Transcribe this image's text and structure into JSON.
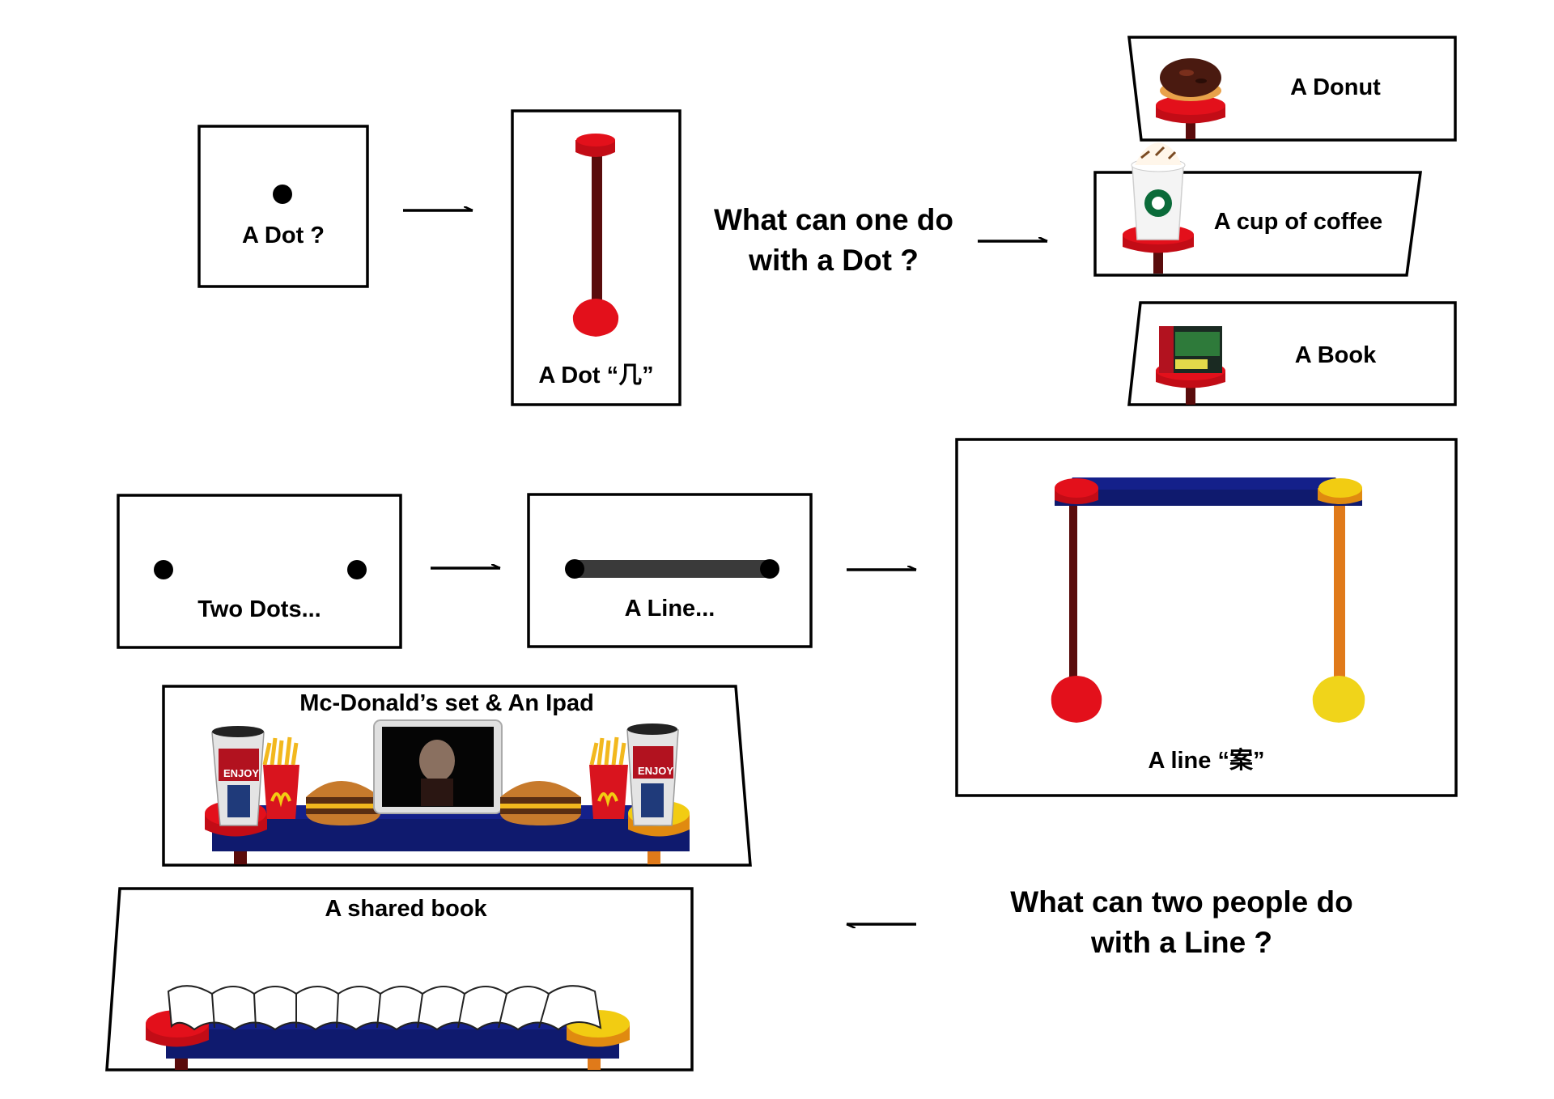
{
  "dot_box": {
    "label": "A Dot ?"
  },
  "dot_stool": {
    "label": "A Dot “几”"
  },
  "question_dot": {
    "line1": "What can one do",
    "line2": "with a Dot ?"
  },
  "donut_card": {
    "label": "A Donut"
  },
  "coffee_card": {
    "label": "A cup of coffee"
  },
  "book_card": {
    "label": "A Book"
  },
  "two_dots_box": {
    "label": "Two Dots..."
  },
  "line_box": {
    "label": "A Line..."
  },
  "line_table": {
    "label": "A line “案”"
  },
  "mcd_card": {
    "label": "Mc-Donald’s set & An Ipad",
    "cup_text": "ENJOY"
  },
  "shared_book_card": {
    "label": "A shared book"
  },
  "question_line": {
    "line1": "What can two people do",
    "line2": "with a Line ?"
  },
  "colors": {
    "red": "#e3101b",
    "darkred": "#5a0c0c",
    "navy": "#14208a",
    "yellow": "#f2cc12",
    "orange": "#e07a1a"
  }
}
